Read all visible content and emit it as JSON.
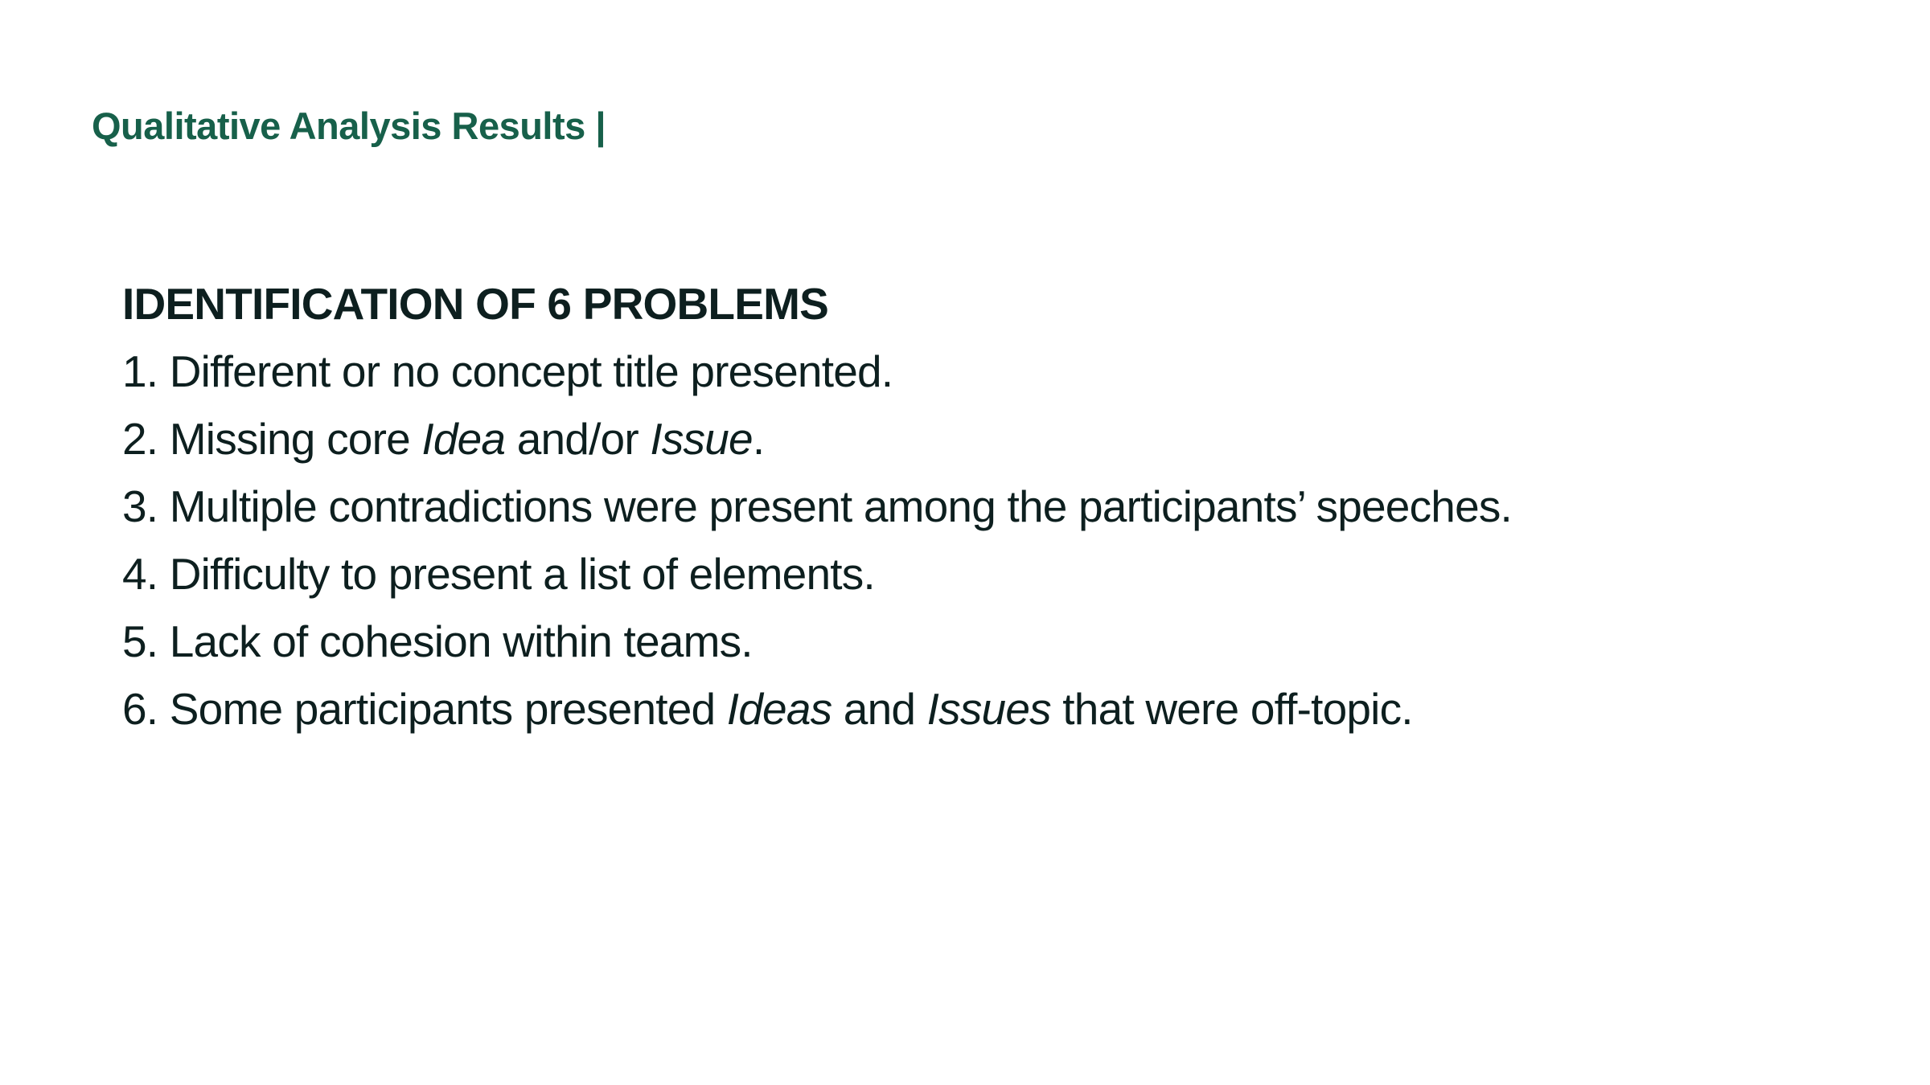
{
  "header": {
    "title": "Qualitative Analysis Results |"
  },
  "section": {
    "heading": "IDENTIFICATION OF 6 PROBLEMS"
  },
  "problems": [
    {
      "number": "1.",
      "parts": [
        {
          "text": "Different or no concept title presented.",
          "italic": false
        }
      ]
    },
    {
      "number": "2.",
      "parts": [
        {
          "text": "Missing core ",
          "italic": false
        },
        {
          "text": "Idea",
          "italic": true
        },
        {
          "text": " and/or ",
          "italic": false
        },
        {
          "text": "Issue",
          "italic": true
        },
        {
          "text": ".",
          "italic": false
        }
      ]
    },
    {
      "number": "3.",
      "parts": [
        {
          "text": "Multiple contradictions were present among the participants’ speeches.",
          "italic": false
        }
      ]
    },
    {
      "number": "4.",
      "parts": [
        {
          "text": "Difficulty to present a list of elements.",
          "italic": false
        }
      ]
    },
    {
      "number": "5.",
      "parts": [
        {
          "text": "Lack of cohesion within teams.",
          "italic": false
        }
      ]
    },
    {
      "number": "6.",
      "parts": [
        {
          "text": "Some participants presented ",
          "italic": false
        },
        {
          "text": "Ideas",
          "italic": true
        },
        {
          "text": " and ",
          "italic": false
        },
        {
          "text": "Issues",
          "italic": true
        },
        {
          "text": " that were off-topic.",
          "italic": false
        }
      ]
    }
  ],
  "colors": {
    "header": "#17604a",
    "text": "#0d1f1f",
    "background": "#ffffff"
  }
}
